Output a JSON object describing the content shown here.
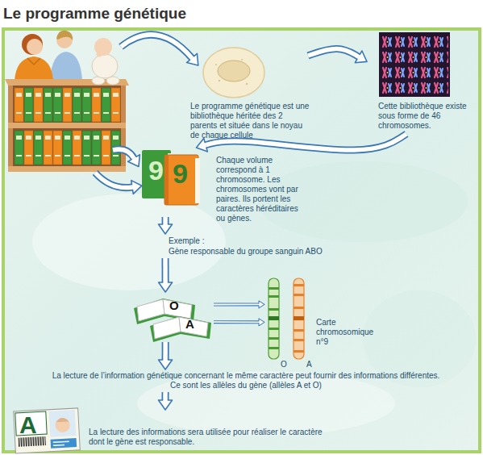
{
  "diagram": {
    "title": "Le programme génétique",
    "nodes": [
      {
        "text": [
          "Le programme génétique est une bibliothèque héritée des 2 parents et située dans le noyau de chaque cellule"
        ]
      },
      {
        "text": [
          "Cette bibliothèque existe sous forme de 46 chromosomes."
        ]
      },
      {
        "text": [
          "9",
          "9",
          "Chaque volume correspond à 1 chromosome. Les chromosomes vont par paires. Ils portent les caractères héréditaires ou gènes."
        ]
      },
      {
        "text": [
          "Exemple :",
          "Gène responsable du groupe sanguin ABO"
        ]
      },
      {
        "text": [
          "O",
          "A"
        ]
      },
      {
        "text": [
          "O",
          "A",
          "Carte chromosomique n°9"
        ]
      },
      {
        "text": [
          "La lecture de l’information génétique concernant le même caractère peut fournir des informations différentes. Ce sont les allèles du gène (allèles A et O)"
        ]
      },
      {
        "text": [
          "A",
          "La lecture des informations sera utilisée pour réaliser le caractère dont le gène est responsable."
        ]
      }
    ],
    "edges": [
      {
        "from": 0,
        "to": 1,
        "arrow": "to"
      },
      {
        "from": 1,
        "to": 2,
        "arrow": "to"
      },
      {
        "from": 2,
        "to": 3,
        "arrow": "to"
      },
      {
        "from": 3,
        "to": 4,
        "arrow": "to"
      },
      {
        "from": 4,
        "to": 5,
        "arrow": "to"
      },
      {
        "from": 4,
        "to": 5,
        "arrow": "to"
      },
      {
        "from": 4,
        "to": 6,
        "arrow": "to"
      },
      {
        "from": 6,
        "to": 7,
        "arrow": "to"
      }
    ]
  }
}
